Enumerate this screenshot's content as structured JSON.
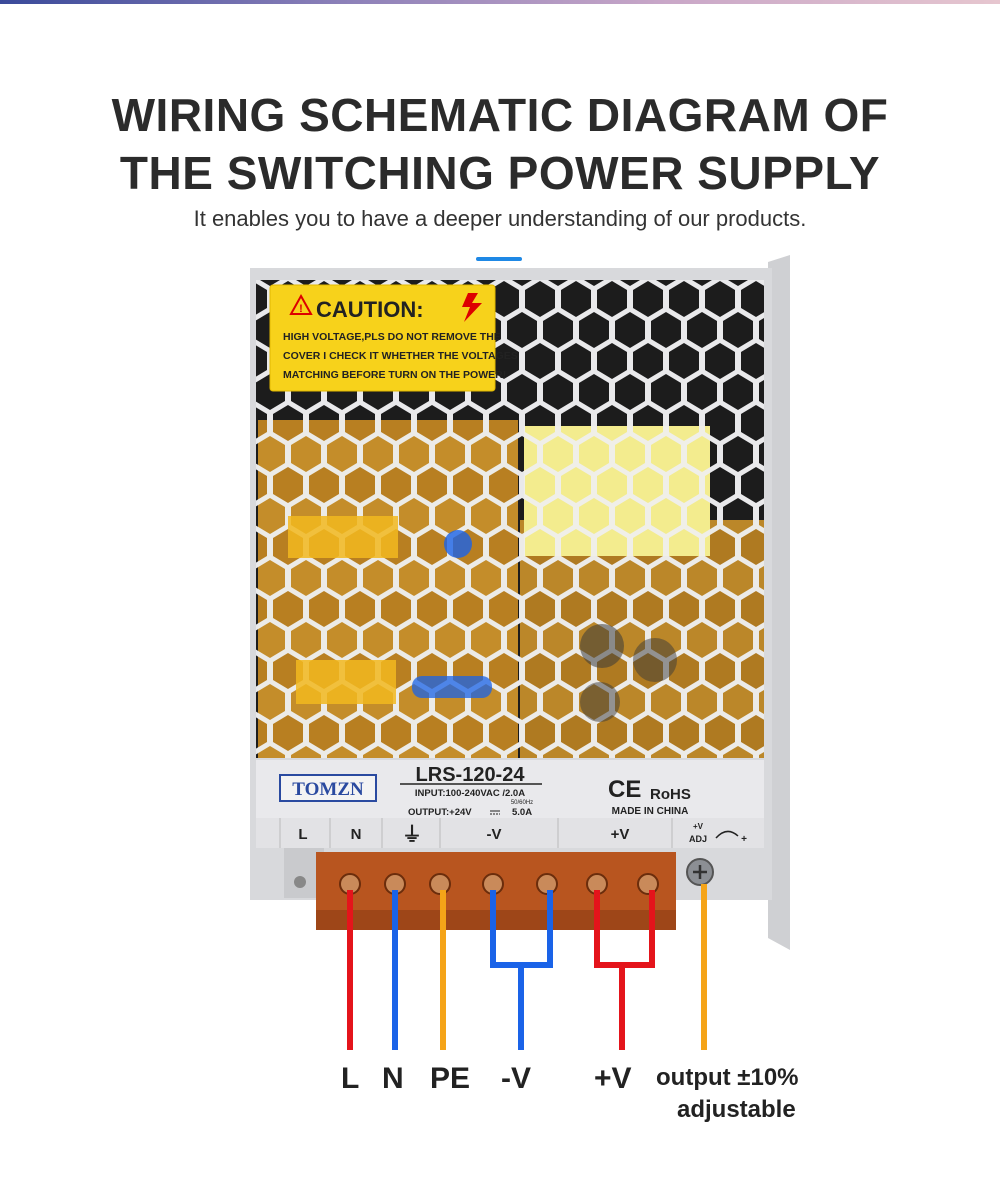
{
  "header": {
    "title_line1": "WIRING SCHEMATIC DIAGRAM OF",
    "title_line2": "THE SWITCHING POWER SUPPLY",
    "subtitle": "It enables you to have a deeper understanding of our products."
  },
  "caution": {
    "heading": "CAUTION:",
    "line1": "HIGH VOLTAGE,PLS DO NOT REMOVE THE",
    "line2": "COVER I CHECK IT WHETHER THE VOLTAGES",
    "line3": "MATCHING BEFORE TURN ON THE POWER!"
  },
  "nameplate": {
    "brand": "TOMZN",
    "model": "LRS-120-24",
    "input": "INPUT:100-240VAC /2.0A",
    "freq": "50/60Hz",
    "output": "OUTPUT:+24V",
    "current": "5.0A",
    "ce": "CE",
    "rohs": "RoHS",
    "made_in": "MADE IN CHINA",
    "terminals": [
      "L",
      "N",
      "⏚",
      "-V",
      "+V"
    ],
    "adj_top": "+V",
    "adj_bottom": "ADJ",
    "adj_sym": "+"
  },
  "wire_labels": {
    "l": "L",
    "n": "N",
    "pe": "PE",
    "neg": "-V",
    "pos": "+V",
    "adj_line1": "output ±10%",
    "adj_line2": "adjustable"
  },
  "colors": {
    "live": "#e4141b",
    "neutral": "#1a63e8",
    "earth": "#f5a418",
    "negative": "#1a63e8",
    "positive": "#e4141b",
    "adjust": "#f5a418",
    "caution_yellow": "#f7d21b",
    "terminal_block": "#b8551f"
  }
}
